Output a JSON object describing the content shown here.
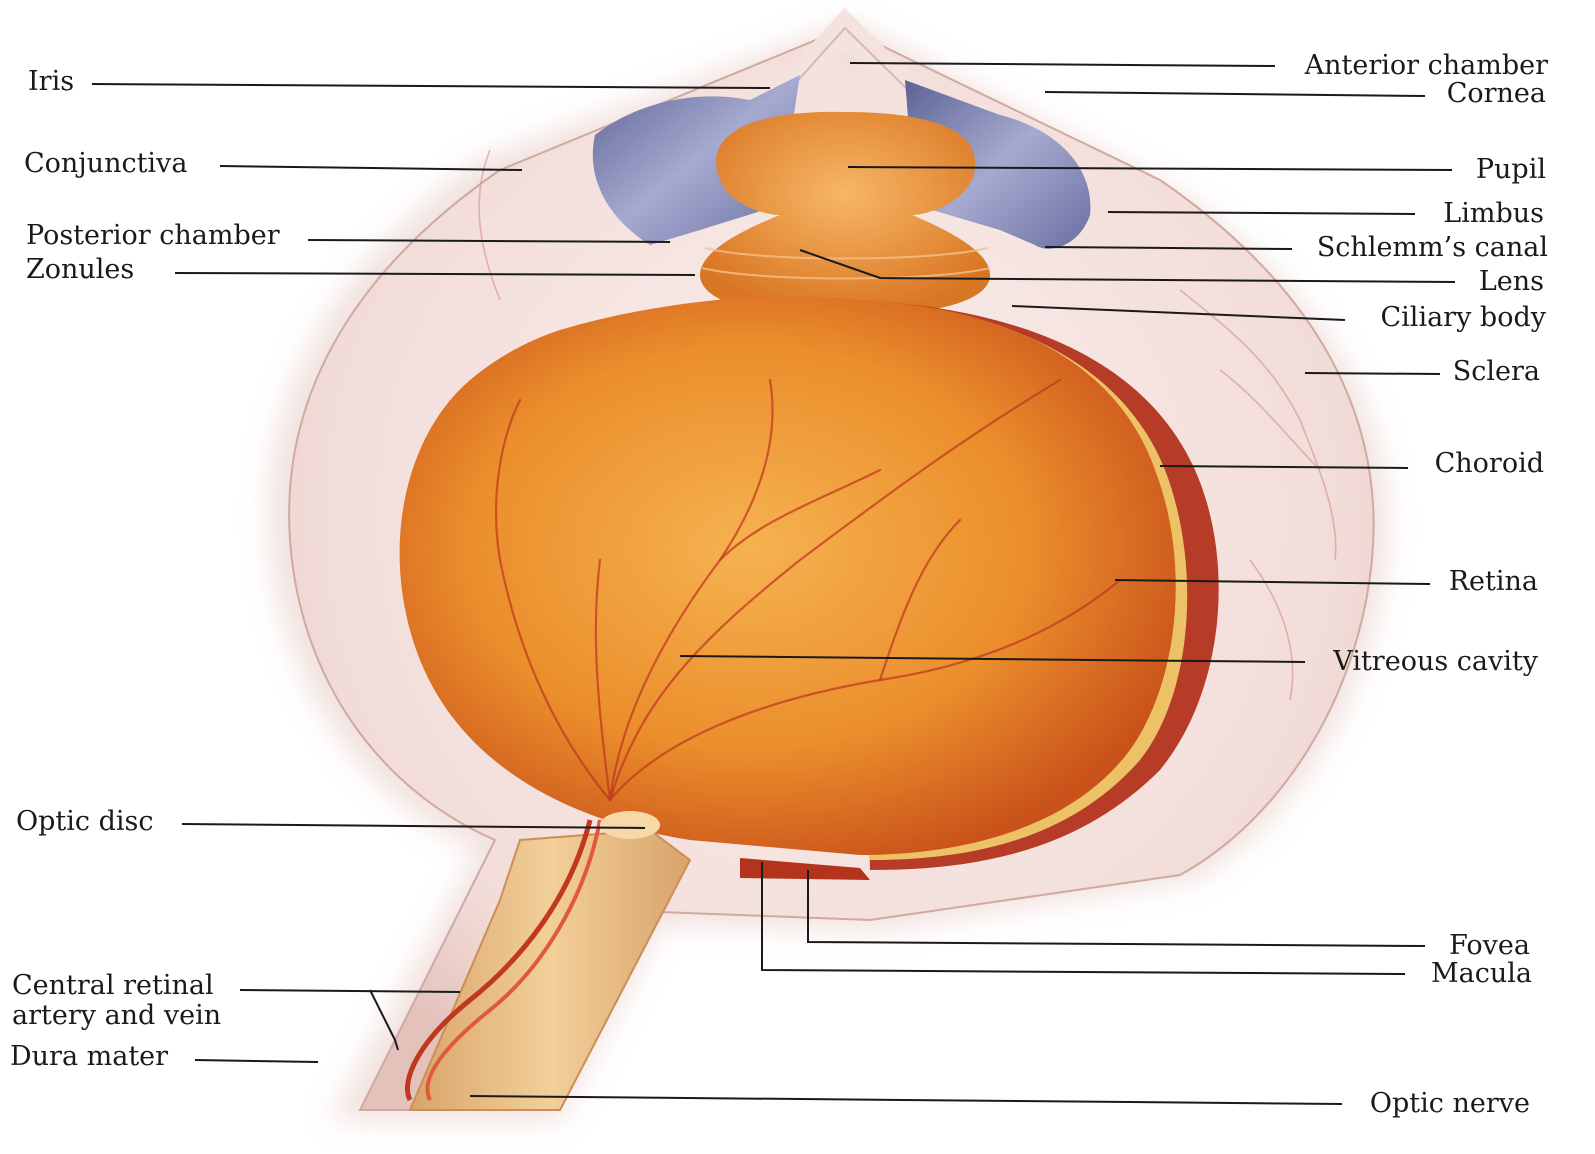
{
  "labels": {
    "iris": "Iris",
    "conjunctiva": "Conjunctiva",
    "posterior_chamber": "Posterior chamber",
    "zonules": "Zonules",
    "optic_disc": "Optic disc",
    "central_retinal_line1": "Central retinal",
    "central_retinal_line2": "artery and vein",
    "dura_mater": "Dura mater",
    "anterior_chamber": "Anterior chamber",
    "cornea": "Cornea",
    "pupil": "Pupil",
    "limbus": "Limbus",
    "schlemms_canal": "Schlemm’s canal",
    "lens": "Lens",
    "ciliary_body": "Ciliary body",
    "sclera": "Sclera",
    "choroid": "Choroid",
    "retina": "Retina",
    "vitreous_cavity": "Vitreous cavity",
    "fovea": "Fovea",
    "macula": "Macula",
    "optic_nerve": "Optic nerve"
  },
  "colors": {
    "sclera": "#f6e4e2",
    "vitreous": "#e98a2a",
    "choroid": "#b8321c",
    "iris": "#7d82b0",
    "lens": "#e7903a",
    "nerve": "#efc48e"
  }
}
